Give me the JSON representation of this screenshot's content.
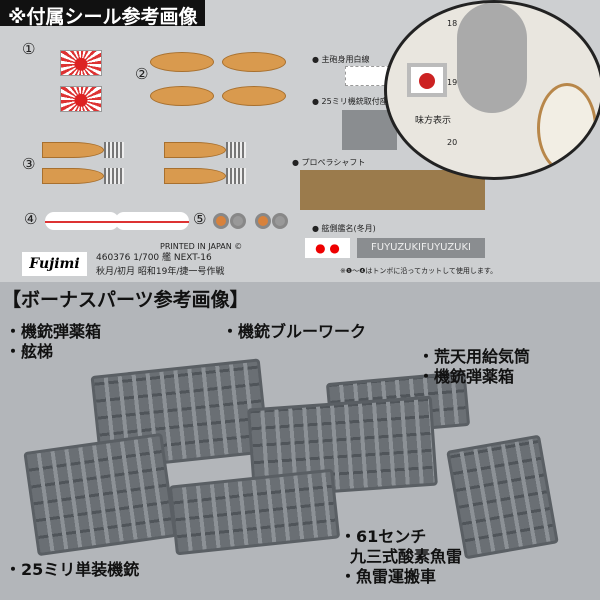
{
  "top": {
    "title": "※付属シール参考画像",
    "markers": [
      "①",
      "②",
      "③",
      "④",
      "⑤"
    ],
    "items": [
      {
        "num": "1",
        "label": "主砲身用白線"
      },
      {
        "num": "2",
        "label": "25ミリ機銃取付座"
      },
      {
        "num": "3",
        "label": "プロペラシャフト"
      },
      {
        "num": "4",
        "label": "舷側艦名(冬月)"
      }
    ],
    "ship_name_decal": "FUYUZUKIFUYUZUKI",
    "note": "※❶〜❹はトンボに沿ってカットして使用します。",
    "printed": "PRINTED IN JAPAN ©",
    "brand_logo": "Fujimi",
    "product_line": "460376  1/700 艦 NEXT-16",
    "product_name": "秋月/初月 昭和19年/捷一号作戦",
    "magnifier": {
      "labels": [
        "18",
        "19",
        "20"
      ],
      "text": "味方表示"
    }
  },
  "bottom": {
    "title": "【ボーナスパーツ参考画像】",
    "captions": [
      [
        "・機銃弾薬箱",
        "・舷梯"
      ],
      [
        "・機銃ブルーワーク"
      ],
      [
        "・荒天用給気筒",
        "・機銃弾薬箱"
      ],
      [
        "・61センチ",
        "九三式酸素魚雷",
        "・魚雷運搬車"
      ],
      [
        "・25ミリ単装機銃"
      ]
    ]
  }
}
